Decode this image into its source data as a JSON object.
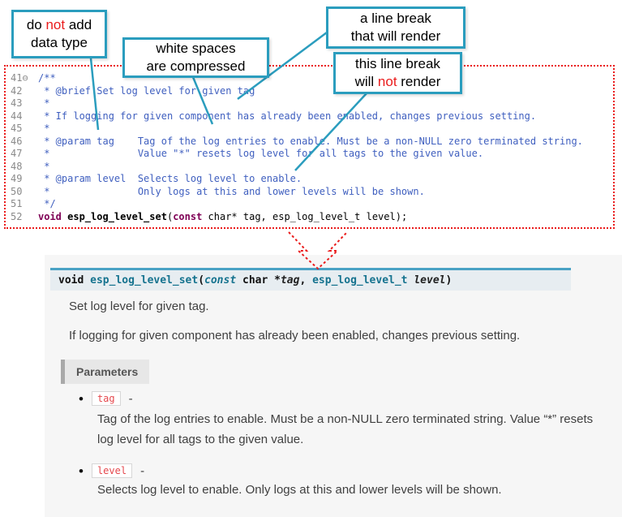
{
  "callouts": {
    "c1": {
      "line1_pre": "do ",
      "line1_red": "not",
      "line1_post": " add",
      "line2": "data type"
    },
    "c2": {
      "line1": "white spaces",
      "line2": "are compressed"
    },
    "c3": {
      "line1": "a line break",
      "line2": "that will render"
    },
    "c4": {
      "line1": "this line break",
      "line2_pre": "will ",
      "line2_red": "not",
      "line2_post": " render"
    }
  },
  "code": {
    "lines": [
      {
        "num": "41⊖",
        "text": "/**"
      },
      {
        "num": "42",
        "text": " * @brief Set log level for given tag"
      },
      {
        "num": "43",
        "text": " *"
      },
      {
        "num": "44",
        "text": " * If logging for given component has already been enabled, changes previous setting."
      },
      {
        "num": "45",
        "text": " *"
      },
      {
        "num": "46",
        "text": " * @param tag    Tag of the log entries to enable. Must be a non-NULL zero terminated string."
      },
      {
        "num": "47",
        "text": " *               Value \"*\" resets log level for all tags to the given value."
      },
      {
        "num": "48",
        "text": " *"
      },
      {
        "num": "49",
        "text": " * @param level  Selects log level to enable."
      },
      {
        "num": "50",
        "text": " *               Only logs at this and lower levels will be shown."
      },
      {
        "num": "51",
        "text": " */"
      }
    ],
    "line52": {
      "num": "52",
      "kw1": "void ",
      "name": "esp_log_level_set",
      "open": "(",
      "kw2": "const",
      "rest": " char* tag, esp_log_level_t level);"
    }
  },
  "doc": {
    "signature": {
      "kw": "void ",
      "name": "esp_log_level_set",
      "open": "(",
      "const_kw": "const",
      "char_part": " char *",
      "tag": "tag",
      "comma": ", ",
      "type": "esp_log_level_t",
      "space": " ",
      "level": "level",
      "close": ")"
    },
    "p1": "Set log level for given tag.",
    "p2": "If logging for given component has already been enabled, changes previous setting.",
    "params_label": "Parameters",
    "bullet": "•",
    "params": [
      {
        "name": "tag",
        "dash": "-",
        "desc": "Tag of the log entries to enable. Must be a non-NULL zero terminated string. Value “*” resets log level for all tags to the given value."
      },
      {
        "name": "level",
        "dash": "-",
        "desc": "Selects log level to enable. Only logs at this and lower levels will be shown."
      }
    ]
  }
}
